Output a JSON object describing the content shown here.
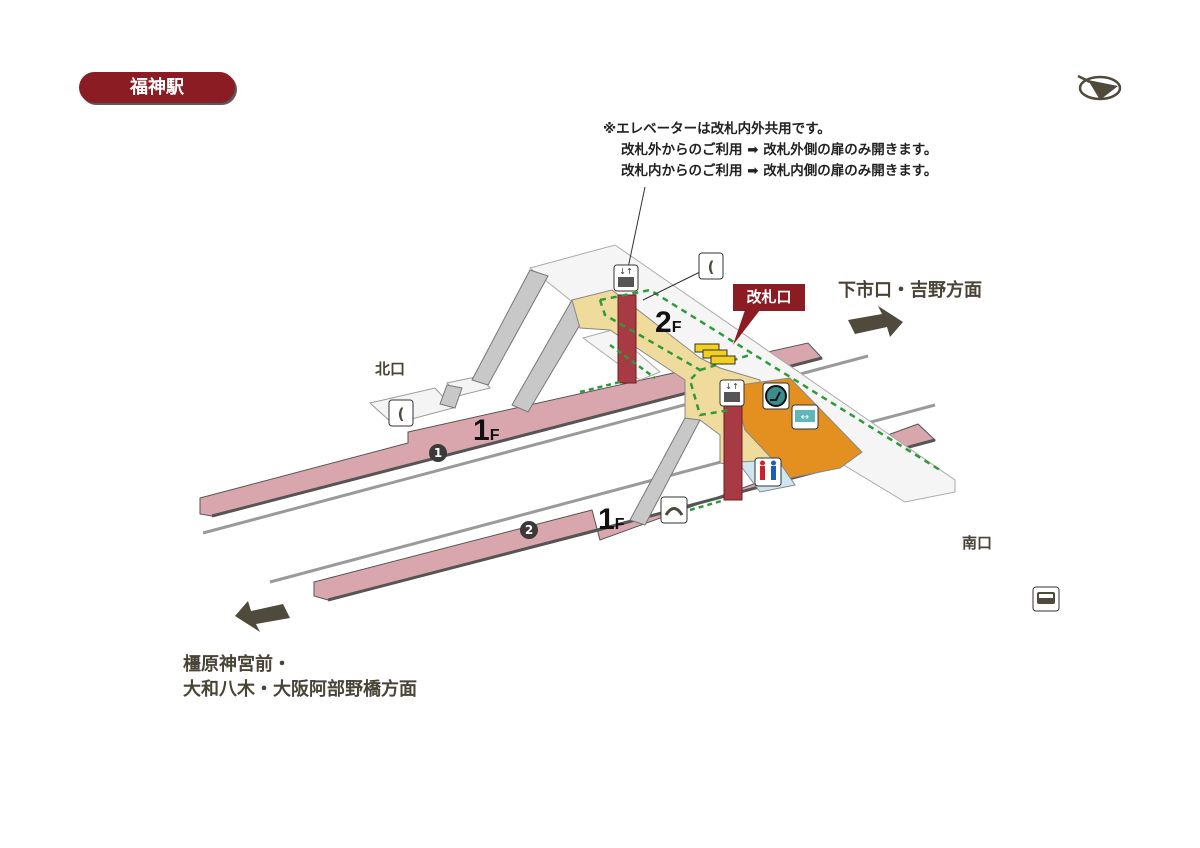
{
  "station": {
    "name": "福神駅"
  },
  "colors": {
    "brand": "#8b1c24",
    "platform": "#d9a6ae",
    "concourse": "#efdc9c",
    "paid_area": "#e39020",
    "arrow": "#4f4a3c",
    "route": "#2e9a3c"
  },
  "note": {
    "lines": [
      "※エレベーターは改札内外共用です。",
      "改札外からのご利用 ➡ 改札外側の扉のみ開きます。",
      "改札内からのご利用 ➡ 改札内側の扉のみ開きます。"
    ]
  },
  "gate_label": "改札口",
  "exits": {
    "north": "北口",
    "south": "南口"
  },
  "directions": {
    "up": "下市口・吉野方面",
    "down_line1": "橿原神宮前・",
    "down_line2": "大和八木・大阪阿部野橋方面"
  },
  "floors": {
    "upper": {
      "num": "2",
      "unit": "F"
    },
    "platform1": {
      "num": "1",
      "unit": "F"
    },
    "platform2": {
      "num": "1",
      "unit": "F"
    }
  },
  "platforms": [
    {
      "number": "1"
    },
    {
      "number": "2"
    }
  ],
  "icons": [
    "compass-icon",
    "elevator-icon",
    "phone-icon",
    "ticket-gate-icon",
    "waiting-room-icon",
    "transfer-icon",
    "restroom-icon",
    "washroom-icon",
    "bus-icon"
  ]
}
